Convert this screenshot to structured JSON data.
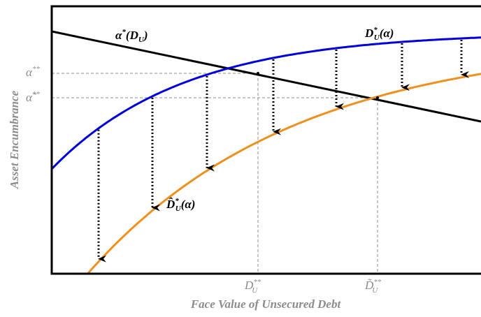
{
  "axes": {
    "x_title": "Face Value of Unsecured Debt",
    "y_title": "Asset Encumbrance"
  },
  "ticks": {
    "y_upper": {
      "base": "α",
      "sup": "**"
    },
    "y_lower": {
      "base": "α̃",
      "sup": "**"
    },
    "x_left": {
      "base": "D",
      "sup": "**",
      "sub": "U"
    },
    "x_right": {
      "base": "D̃",
      "sup": "**",
      "sub": "U"
    }
  },
  "labels": {
    "alpha_curve": {
      "pre": "α",
      "star": "*",
      "open": "(",
      "d": "D",
      "sub": "U",
      "close": ")"
    },
    "blue_curve": {
      "d": "D",
      "star": "*",
      "sub": "U",
      "arg": "(α)"
    },
    "orange_curve": {
      "d": "D̂",
      "star": "*",
      "sub": "U",
      "arg": "(α)"
    }
  },
  "colors": {
    "alpha_line": "#000000",
    "blue_curve": "#0000dd",
    "orange_curve": "#f0901c",
    "guides": "#8c8c8c"
  }
}
